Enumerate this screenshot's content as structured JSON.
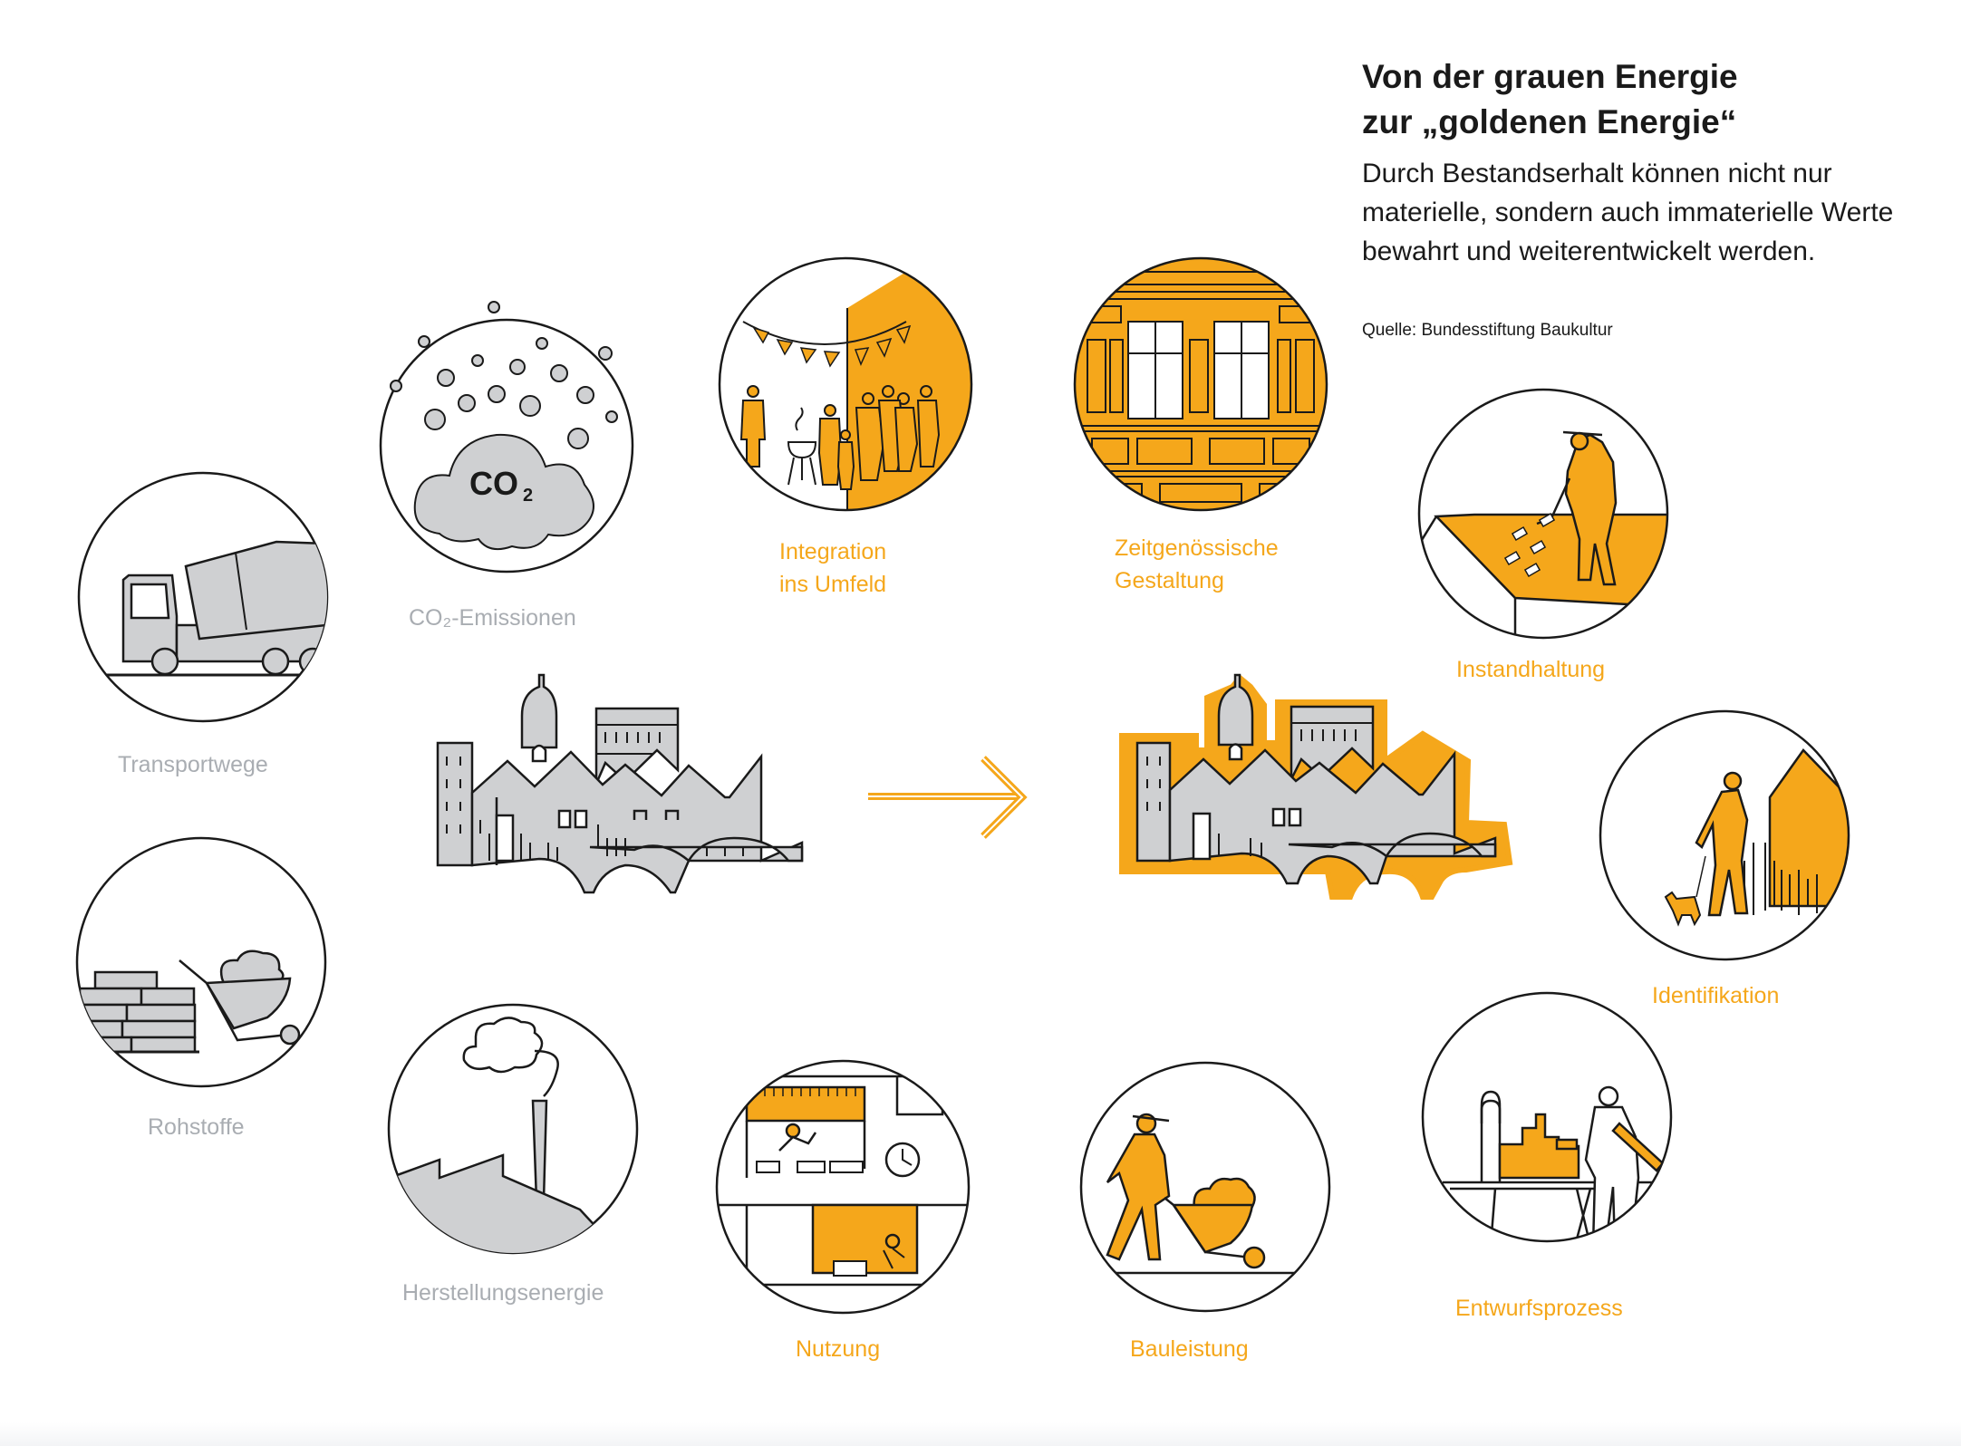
{
  "header": {
    "title_line1": "Von der grauen Energie",
    "title_line2": "zur „goldenen Energie“",
    "description": "Durch Bestandserhalt können nicht nur materielle, sondern auch immaterielle Werte bewahrt und weiterentwickelt werden.",
    "source": "Quelle: Bundesstiftung Baukultur"
  },
  "grey_energy": {
    "co2_emissionen": "CO₂-Emissionen",
    "co2_symbol": "CO",
    "co2_subscript": "2",
    "transportwege": "Transportwege",
    "rohstoffe": "Rohstoffe",
    "herstellungsenergie": "Herstellungsenergie"
  },
  "golden_energy": {
    "integration_line1": "Integration",
    "integration_line2": "ins Umfeld",
    "gestaltung_line1": "Zeitgenössische",
    "gestaltung_line2": "Gestaltung",
    "instandhaltung": "Instandhaltung",
    "identifikation": "Identifikation",
    "entwurfsprozess": "Entwurfsprozess",
    "bauleistung": "Bauleistung",
    "nutzung": "Nutzung"
  },
  "colors": {
    "grey_fill": "#cfd0d2",
    "grey_text": "#a9adb2",
    "gold": "#f5a71b",
    "line": "#1a1a1a"
  }
}
